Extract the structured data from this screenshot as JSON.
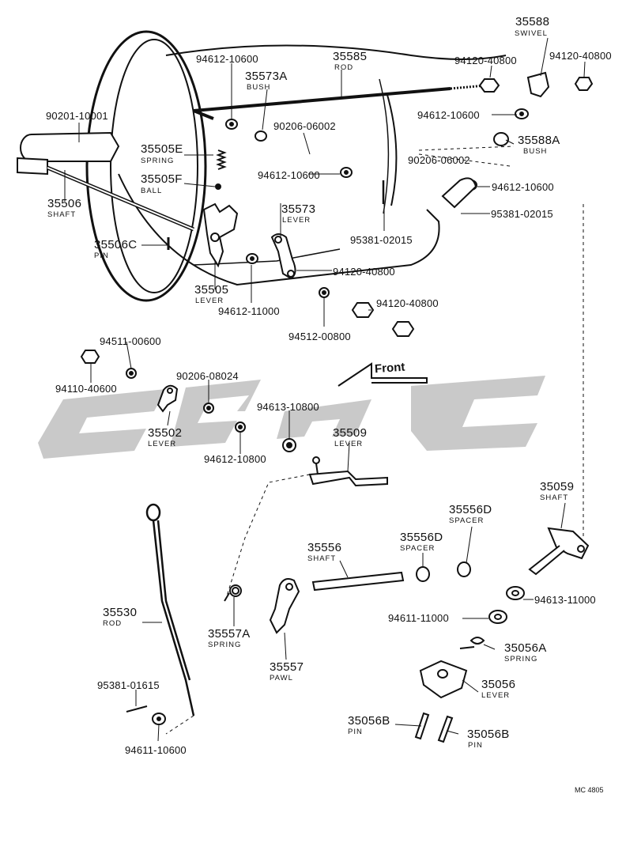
{
  "figure_ref": "MC 4805",
  "front_label": "Front",
  "watermark": "cygc",
  "parts": [
    {
      "id": "p1",
      "number": "35588",
      "name": "SWIVEL"
    },
    {
      "id": "p2",
      "number": "94120-40800",
      "name": ""
    },
    {
      "id": "p3",
      "number": "94120-40800",
      "name": ""
    },
    {
      "id": "p4",
      "number": "94612-10600",
      "name": ""
    },
    {
      "id": "p5",
      "number": "35585",
      "name": "ROD"
    },
    {
      "id": "p6",
      "number": "35573A",
      "name": "BUSH"
    },
    {
      "id": "p7",
      "number": "90201-10001",
      "name": ""
    },
    {
      "id": "p8",
      "number": "90206-06002",
      "name": ""
    },
    {
      "id": "p9",
      "number": "94612-10600",
      "name": ""
    },
    {
      "id": "p10",
      "number": "35588A",
      "name": "BUSH"
    },
    {
      "id": "p11",
      "number": "35505E",
      "name": "SPRING"
    },
    {
      "id": "p12",
      "number": "90206-06002",
      "name": ""
    },
    {
      "id": "p13",
      "number": "94612-10600",
      "name": ""
    },
    {
      "id": "p14",
      "number": "35505F",
      "name": "BALL"
    },
    {
      "id": "p15",
      "number": "94612-10600",
      "name": ""
    },
    {
      "id": "p16",
      "number": "35506",
      "name": "SHAFT"
    },
    {
      "id": "p17",
      "number": "35573",
      "name": "LEVER"
    },
    {
      "id": "p18",
      "number": "95381-02015",
      "name": ""
    },
    {
      "id": "p19",
      "number": "95381-02015",
      "name": ""
    },
    {
      "id": "p20",
      "number": "35506C",
      "name": "PIN"
    },
    {
      "id": "p21",
      "number": "94120-40800",
      "name": ""
    },
    {
      "id": "p22",
      "number": "35505",
      "name": "LEVER"
    },
    {
      "id": "p23",
      "number": "94612-11000",
      "name": ""
    },
    {
      "id": "p24",
      "number": "94120-40800",
      "name": ""
    },
    {
      "id": "p25",
      "number": "94512-00800",
      "name": ""
    },
    {
      "id": "p26",
      "number": "94511-00600",
      "name": ""
    },
    {
      "id": "p27",
      "number": "90206-08024",
      "name": ""
    },
    {
      "id": "p28",
      "number": "94110-40600",
      "name": ""
    },
    {
      "id": "p29",
      "number": "94613-10800",
      "name": ""
    },
    {
      "id": "p30",
      "number": "35502",
      "name": "LEVER"
    },
    {
      "id": "p31",
      "number": "35509",
      "name": "LEVER"
    },
    {
      "id": "p32",
      "number": "94612-10800",
      "name": ""
    },
    {
      "id": "p33",
      "number": "35059",
      "name": "SHAFT"
    },
    {
      "id": "p34",
      "number": "35556D",
      "name": "SPACER"
    },
    {
      "id": "p35",
      "number": "35556D",
      "name": "SPACER"
    },
    {
      "id": "p36",
      "number": "35556",
      "name": "SHAFT"
    },
    {
      "id": "p37",
      "number": "94613-11000",
      "name": ""
    },
    {
      "id": "p38",
      "number": "35530",
      "name": "ROD"
    },
    {
      "id": "p39",
      "number": "94611-11000",
      "name": ""
    },
    {
      "id": "p40",
      "number": "35557A",
      "name": "SPRING"
    },
    {
      "id": "p41",
      "number": "35056A",
      "name": "SPRING"
    },
    {
      "id": "p42",
      "number": "35557",
      "name": "PAWL"
    },
    {
      "id": "p43",
      "number": "35056",
      "name": "LEVER"
    },
    {
      "id": "p44",
      "number": "95381-01615",
      "name": ""
    },
    {
      "id": "p45",
      "number": "35056B",
      "name": "PIN"
    },
    {
      "id": "p46",
      "number": "35056B",
      "name": "PIN"
    },
    {
      "id": "p47",
      "number": "94611-10600",
      "name": ""
    }
  ]
}
